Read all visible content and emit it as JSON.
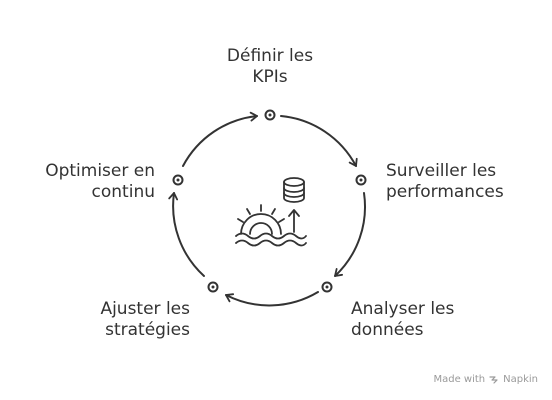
{
  "steps": [
    {
      "line1": "Définir les",
      "line2": "KPIs"
    },
    {
      "line1": "Surveiller les",
      "line2": "performances"
    },
    {
      "line1": "Analyser les",
      "line2": "données"
    },
    {
      "line1": "Ajuster les",
      "line2": "stratégies"
    },
    {
      "line1": "Optimiser en",
      "line2": "continu"
    }
  ],
  "center_icons": [
    "database-icon",
    "gear-icon",
    "arrow-up-icon",
    "waves-icon"
  ],
  "footer": {
    "made_with": "Made with",
    "brand": "Napkin"
  },
  "colors": {
    "stroke": "#333333",
    "footer": "#9a9a9a"
  }
}
